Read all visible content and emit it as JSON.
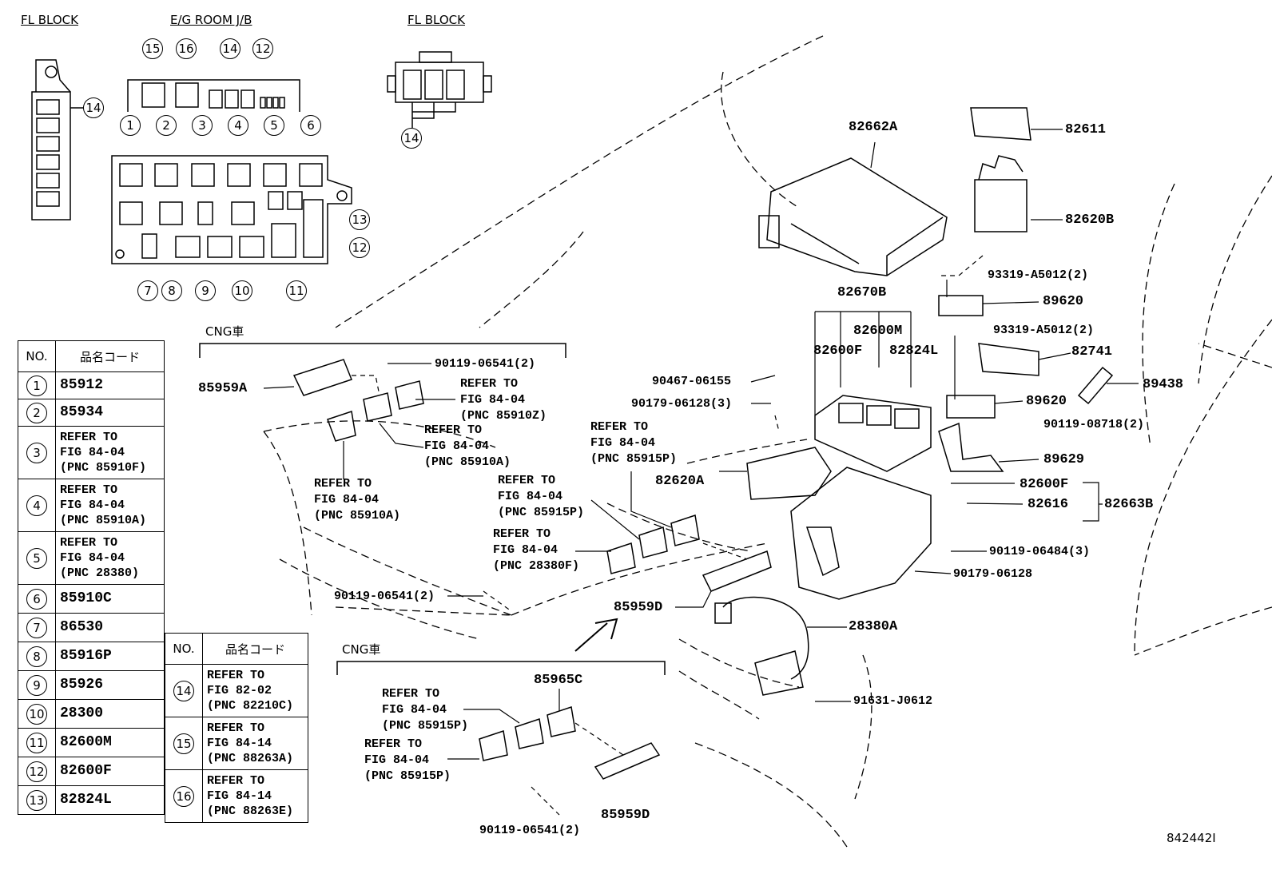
{
  "top_labels": {
    "fl_block_left": "FL BLOCK",
    "eg_room_jb": "E/G ROOM J/B",
    "fl_block_right": "FL BLOCK"
  },
  "circle_numbers": [
    "1",
    "2",
    "3",
    "4",
    "5",
    "6",
    "7",
    "8",
    "9",
    "10",
    "11",
    "12",
    "13",
    "14",
    "15",
    "16"
  ],
  "cng_label": "CNG車",
  "table1": {
    "header_no": "NO.",
    "header_code": "品名コード",
    "rows": [
      {
        "no": "1",
        "code": "85912"
      },
      {
        "no": "2",
        "code": "85934"
      },
      {
        "no": "3",
        "code": "REFER TO\nFIG 84-04\n(PNC 85910F)"
      },
      {
        "no": "4",
        "code": "REFER TO\nFIG 84-04\n(PNC 85910A)"
      },
      {
        "no": "5",
        "code": "REFER TO\nFIG 84-04\n(PNC 28380)"
      },
      {
        "no": "6",
        "code": "85910C"
      },
      {
        "no": "7",
        "code": "86530"
      },
      {
        "no": "8",
        "code": "85916P"
      },
      {
        "no": "9",
        "code": "85926"
      },
      {
        "no": "10",
        "code": "28300"
      },
      {
        "no": "11",
        "code": "82600M"
      },
      {
        "no": "12",
        "code": "82600F"
      },
      {
        "no": "13",
        "code": "82824L"
      }
    ]
  },
  "table2": {
    "header_no": "NO.",
    "header_code": "品名コード",
    "rows": [
      {
        "no": "14",
        "code": "REFER TO\nFIG 82-02\n(PNC 82210C)"
      },
      {
        "no": "15",
        "code": "REFER TO\nFIG 84-14\n(PNC 88263A)"
      },
      {
        "no": "16",
        "code": "REFER TO\nFIG 84-14\n(PNC 88263E)"
      }
    ]
  },
  "part_labels": {
    "p82662A": "82662A",
    "p82611": "82611",
    "p82620B": "82620B",
    "p93319_1": "93319-A5012(2)",
    "p89620_1": "89620",
    "p82670B": "82670B",
    "p82600M": "82600M",
    "p93319_2": "93319-A5012(2)",
    "p82600F": "82600F",
    "p82824L": "82824L",
    "p82741": "82741",
    "p89438": "89438",
    "p90467": "90467-06155",
    "p90179_a": "90179-06128(3)",
    "p89620_2": "89620",
    "p90119_08718": "90119-08718(2)",
    "p89629": "89629",
    "p82620A": "82620A",
    "p82600F_b": "82600F",
    "p82616": "82616",
    "p82663B": "82663B",
    "p90119_06484": "90119-06484(3)",
    "p90179_b": "90179-06128",
    "p28380A": "28380A",
    "p91631": "91631-J0612",
    "p85959A": "85959A",
    "p90119_06541_a": "90119-06541(2)",
    "p90119_06541_b": "90119-06541(2)",
    "p90119_06541_c": "90119-06541(2)",
    "p85959D_a": "85959D",
    "p85965C": "85965C",
    "p85959D_b": "85959D",
    "fig_no": "842442I"
  },
  "refer_labels": {
    "r85910Z": "REFER TO\nFIG 84-04\n(PNC 85910Z)",
    "r85910A_a": "REFER TO\nFIG 84-04\n(PNC 85910A)",
    "r85910A_b": "REFER TO\nFIG 84-04\n(PNC 85910A)",
    "r85915P_a": "REFER TO\nFIG 84-04\n(PNC 85915P)",
    "r85915P_b": "REFER TO\nFIG 84-04\n(PNC 85915P)",
    "r28380F": "REFER TO\nFIG 84-04\n(PNC 28380F)",
    "r85915P_c": "REFER TO\nFIG 84-04\n(PNC 85915P)",
    "r85915P_d": "REFER TO\nFIG 84-04\n(PNC 85915P)"
  }
}
